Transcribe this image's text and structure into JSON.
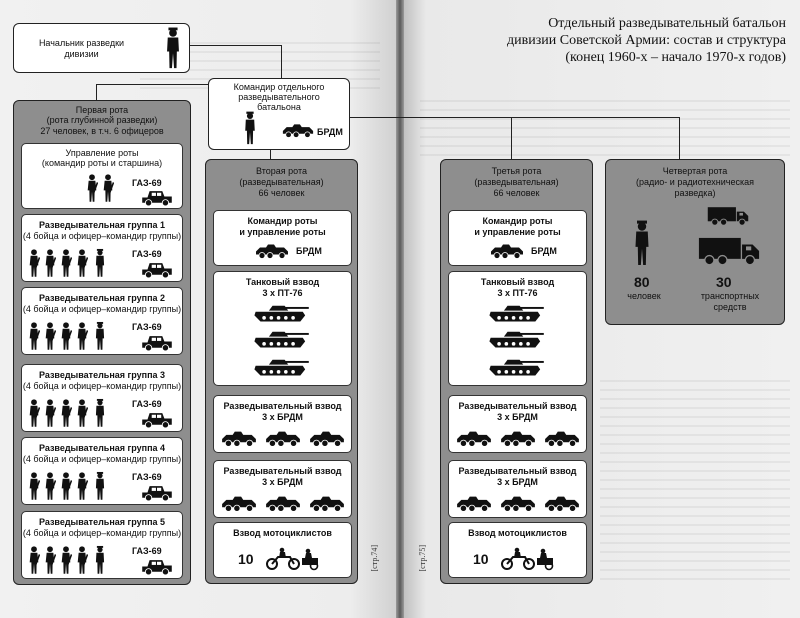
{
  "title": {
    "line1": "Отдельный разведывательный батальон",
    "line2": "дивизии Советской Армии: состав и структура",
    "line3": "(конец 1960-х – начало 1970-х годов)"
  },
  "chief": {
    "line1": "Начальник разведки",
    "line2": "дивизии"
  },
  "commander": {
    "line1": "Командир отдельного",
    "line2": "разведывательного",
    "line3": "батальона",
    "vehicle": "БРДМ"
  },
  "company1": {
    "line1": "Первая рота",
    "line2": "(рота глубинной разведки)",
    "line3": "27 человек, в т.ч. 6 офицеров",
    "mgmt": {
      "line1": "Управление роты",
      "line2": "(командир роты и старшина)",
      "vehicle": "ГАЗ-69"
    },
    "groups": [
      {
        "name": "Разведывательная группа 1",
        "desc": "(4 бойца и офицер–командир группы)",
        "vehicle": "ГАЗ-69"
      },
      {
        "name": "Разведывательная группа 2",
        "desc": "(4 бойца и офицер–командир группы)",
        "vehicle": "ГАЗ-69"
      },
      {
        "name": "Разведывательная группа 3",
        "desc": "(4 бойца и офицер–командир группы)",
        "vehicle": "ГАЗ-69"
      },
      {
        "name": "Разведывательная группа 4",
        "desc": "(4 бойца и офицер–командир группы)",
        "vehicle": "ГАЗ-69"
      },
      {
        "name": "Разведывательная группа 5",
        "desc": "(4 бойца и офицер–командир группы)",
        "vehicle": "ГАЗ-69"
      }
    ]
  },
  "company2": {
    "line1": "Вторая рота",
    "line2": "(разведывательная)",
    "line3": "66 человек",
    "mgmt": {
      "line1": "Командир роты",
      "line2": "и управление роты",
      "vehicle": "БРДМ"
    },
    "tank": {
      "line1": "Танковый взвод",
      "line2": "3 х ПТ-76"
    },
    "recon1": {
      "line1": "Разведывательный взвод",
      "line2": "3 х БРДМ"
    },
    "recon2": {
      "line1": "Разведывательный взвод",
      "line2": "3 х БРДМ"
    },
    "moto": {
      "line1": "Взвод мотоциклистов",
      "count": "10"
    }
  },
  "company3": {
    "line1": "Третья рота",
    "line2": "(разведывательная)",
    "line3": "66 человек",
    "mgmt": {
      "line1": "Командир роты",
      "line2": "и управление роты",
      "vehicle": "БРДМ"
    },
    "tank": {
      "line1": "Танковый взвод",
      "line2": "3 х ПТ-76"
    },
    "recon1": {
      "line1": "Разведывательный взвод",
      "line2": "3 х БРДМ"
    },
    "recon2": {
      "line1": "Разведывательный взвод",
      "line2": "3 х БРДМ"
    },
    "moto": {
      "line1": "Взвод мотоциклистов",
      "count": "10"
    }
  },
  "company4": {
    "line1": "Четвертая рота",
    "line2": "(радио- и радиотехническая",
    "line3": "разведка)",
    "people": "80",
    "people_label": "человек",
    "vehicles": "30",
    "vehicles_label1": "транспортных",
    "vehicles_label2": "средств"
  },
  "pages": {
    "left": "[стр.74]",
    "right": "[стр.75]"
  },
  "colors": {
    "company_fill": "#8e8e8e",
    "box_fill": "#ffffff",
    "ink": "#111111"
  }
}
